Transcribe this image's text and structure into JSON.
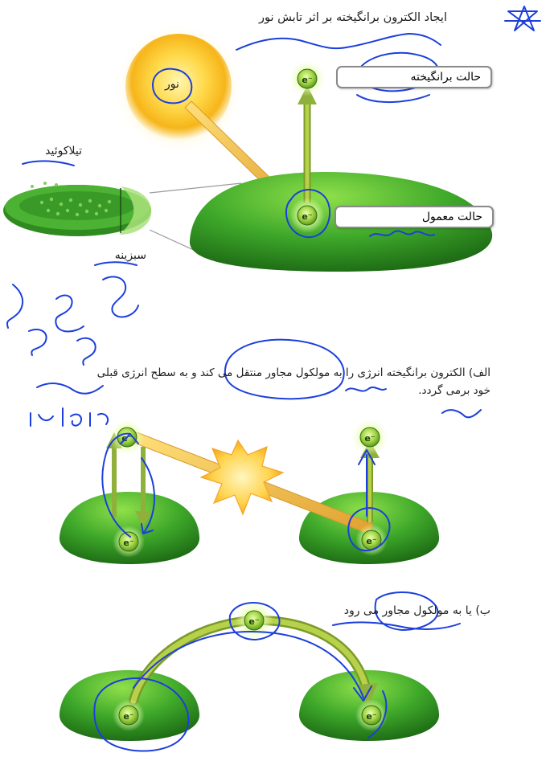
{
  "top_panel": {
    "title": "ایجاد الکترون برانگیخته بر اثر تابش نور",
    "sun_label": "نور",
    "excited_label": "حالت برانگیخته",
    "ground_label": "حالت معمول",
    "thylakoid_label": "تیلاکوئید",
    "stroma_label": "سبزینه",
    "electron_symbol": "e⁻"
  },
  "middle_panel": {
    "caption_line1": "الف) الکترون برانگیخته انرژی را به مولکول مجاور منتقل می کند و به سطح انرژی قبلی",
    "caption_line2": "خود برمی گردد."
  },
  "bottom_panel": {
    "caption": "ب) یا به مولکول مجاور می رود"
  },
  "colors": {
    "ink": "#1c3fdb",
    "leaf": "#3ea82a",
    "leaf_dark": "#1f6e16",
    "sun": "#ffcf30",
    "arrow": "#9ab53a"
  }
}
